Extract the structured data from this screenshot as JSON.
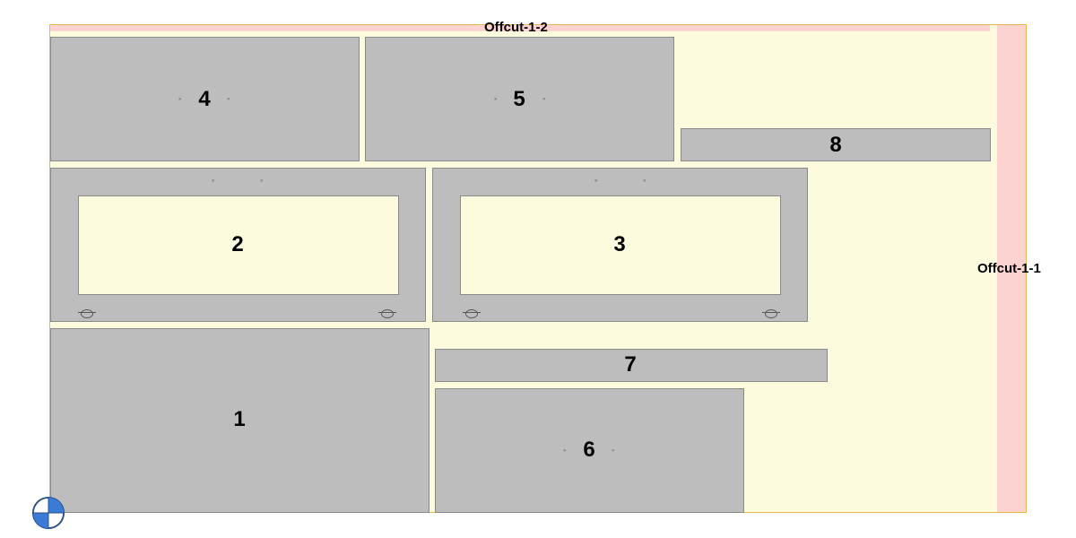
{
  "offcuts": {
    "top_label": "Offcut-1-2",
    "right_label": "Offcut-1-1"
  },
  "parts": {
    "p1": "1",
    "p2": "2",
    "p3": "3",
    "p4": "4",
    "p5": "5",
    "p6": "6",
    "p7": "7",
    "p8": "8"
  },
  "colors": {
    "sheet": "#fdfbdd",
    "offcut": "#fcd3d0",
    "part": "#bdbdbd",
    "origin_blue": "#3a7bd5"
  },
  "icons": {
    "origin": "origin-marker-icon",
    "hinge": "hinge-hole-icon"
  }
}
